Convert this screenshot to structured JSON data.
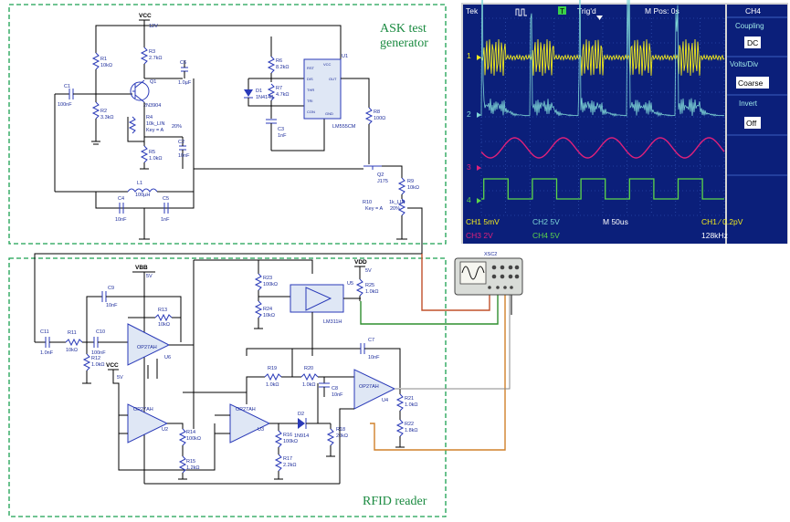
{
  "titles": {
    "ask_line1": "ASK test",
    "ask_line2": "generator",
    "rfid": "RFID reader"
  },
  "scope": {
    "brand": "Tek",
    "trig": "Trig'd",
    "mpos": "M Pos: 0s",
    "trig_mark": "T",
    "channel_markers": [
      "1",
      "2",
      "3",
      "4"
    ],
    "menu": {
      "title": "CH4",
      "coupling_label": "Coupling",
      "coupling_value": "DC",
      "volts_label": "Volts/Div",
      "volts_value": "Coarse",
      "invert_label": "Invert",
      "invert_value": "Off"
    },
    "status": {
      "ch1": "CH1  5mV",
      "ch2": "CH2  5V",
      "m": "M 50us",
      "ch1trig": "CH1 ∕ 0.2pV",
      "ch3": "CH3  2V",
      "ch4": "CH4  5V",
      "freq": "128kHz"
    },
    "colors": {
      "ch1": "#f3ec1c",
      "ch2": "#7fd6d6",
      "ch3": "#e0207a",
      "ch4": "#5cd64a",
      "screen": "#0b1f7a",
      "grid": "#3b5fc0"
    }
  },
  "xsc": {
    "label": "XSC2"
  },
  "top_labels": {
    "vcc": "VCC",
    "vcc_v": "12V",
    "r1": "R1",
    "r1v": "10kΩ",
    "r2": "R2",
    "r2v": "3.3kΩ",
    "r3": "R3",
    "r3v": "2.7kΩ",
    "c1": "C1",
    "c1v": "100nF",
    "c6": "C6",
    "c6v": "1.0µF",
    "c2": "C2",
    "c2v": "10nF",
    "q1": "Q1",
    "q1v": "2N3904",
    "r4": "R4",
    "r4v": "10k_LIN",
    "r4k": "Key = A",
    "r4p": "20%",
    "r5": "R5",
    "r5v": "1.0kΩ",
    "l1": "L1",
    "l1v": "100µH",
    "c4": "C4",
    "c4v": "10nF",
    "c5": "C5",
    "c5v": "1nF",
    "r6": "R6",
    "r6v": "8.2kΩ",
    "r7": "R7",
    "r7v": "4.7kΩ",
    "d1": "D1",
    "d1v": "1N4148",
    "c3": "C3",
    "c3v": "1nF",
    "u1": "U1",
    "u1v": "LM555CM",
    "u1pins": [
      "RST",
      "DIS",
      "THR",
      "TRI",
      "CON",
      "OUT",
      "GND",
      "VCC"
    ],
    "r8": "R8",
    "r8v": "100Ω",
    "q2": "Q2",
    "q2v": "J175",
    "r9": "R9",
    "r9v": "10kΩ",
    "r10": "R10",
    "r10v": "1k_LIN",
    "r10k": "Key = A",
    "r10p": "20%"
  },
  "bottom_labels": {
    "vbb": "VBB",
    "vbb_v": "5V",
    "vdd": "VDD",
    "vdd_v": "5V",
    "vcc": "VCC",
    "vcc_v": "5V",
    "c9": "C9",
    "c9v": "10nF",
    "c11": "C11",
    "c11v": "1.0nF",
    "r11": "R11",
    "r11v": "10kΩ",
    "c10": "C10",
    "c10v": "100nF",
    "r13": "R13",
    "r13v": "10kΩ",
    "r12": "R12",
    "r12v": "1.0kΩ",
    "u6": "U6",
    "u6v": "OP27AH",
    "u2": "U2",
    "u2v": "OP27AH",
    "r14": "R14",
    "r14v": "100kΩ",
    "r15": "R15",
    "r15v": "1.2kΩ",
    "u3": "U3",
    "u3v": "OP27AH",
    "r16": "R16",
    "r16v": "100kΩ",
    "r17": "R17",
    "r17v": "2.2kΩ",
    "d2": "D2",
    "d2v": "1N914",
    "r18": "R18",
    "r18v": "20kΩ",
    "r19": "R19",
    "r19v": "1.0kΩ",
    "r20": "R20",
    "r20v": "1.0kΩ",
    "c8": "C8",
    "c8v": "10nF",
    "c7": "C7",
    "c7v": "10nF",
    "u4": "U4",
    "u4v": "OP27AH",
    "r21": "R21",
    "r21v": "1.0kΩ",
    "r22": "R22",
    "r22v": "1.8kΩ",
    "r23": "R23",
    "r23v": "100kΩ",
    "r24": "R24",
    "r24v": "10kΩ",
    "u5": "U5",
    "u5v": "LM311H",
    "r25": "R25",
    "r25v": "1.0kΩ"
  }
}
